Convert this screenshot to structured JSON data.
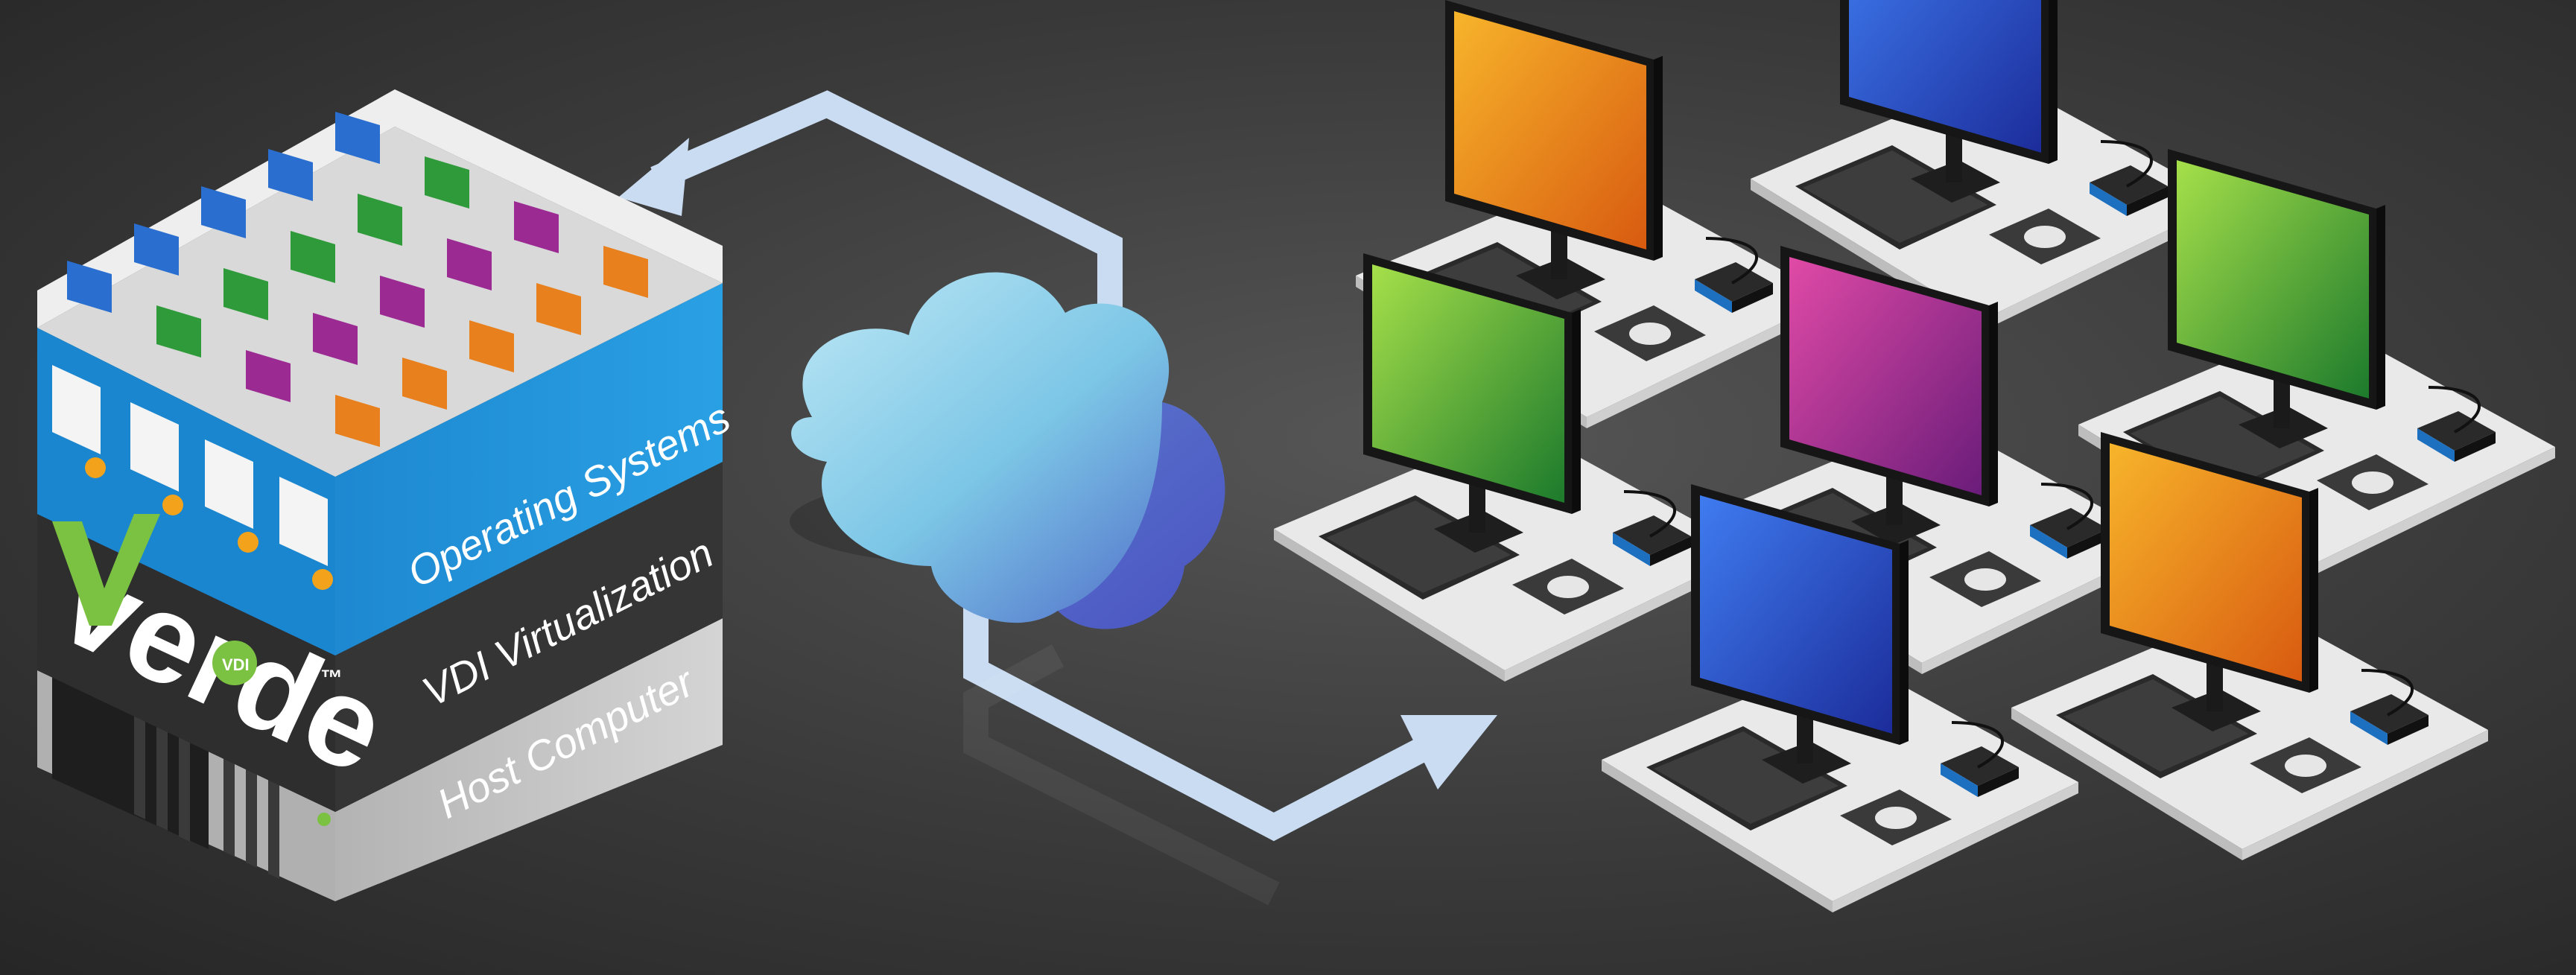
{
  "brand": {
    "name": "verde",
    "trademark": "™",
    "badge": "VDI"
  },
  "stack_layers": [
    {
      "id": "os",
      "label": "Operating Systems"
    },
    {
      "id": "vdi",
      "label": "VDI Virtualization"
    },
    {
      "id": "host",
      "label": "Host Computer"
    }
  ],
  "colors": {
    "background": "#3a3a3a",
    "os_layer": "#1e8fd6",
    "vdi_layer": "#2f2f2f",
    "host_layer": "#bdbdbd",
    "brand_green": "#7cc242",
    "arrow": "#c9dcf2",
    "cloud": "#8fd0e8",
    "screen_colors": [
      "#e8801e",
      "#2b45c8",
      "#2f9a3a",
      "#9b2a93"
    ]
  },
  "icons": [
    "monitor-icon",
    "keyboard-icon",
    "mouse-icon",
    "thin-client-icon",
    "cloud-icon",
    "arrow-icon",
    "server-icon",
    "os-installer-box-icon"
  ]
}
